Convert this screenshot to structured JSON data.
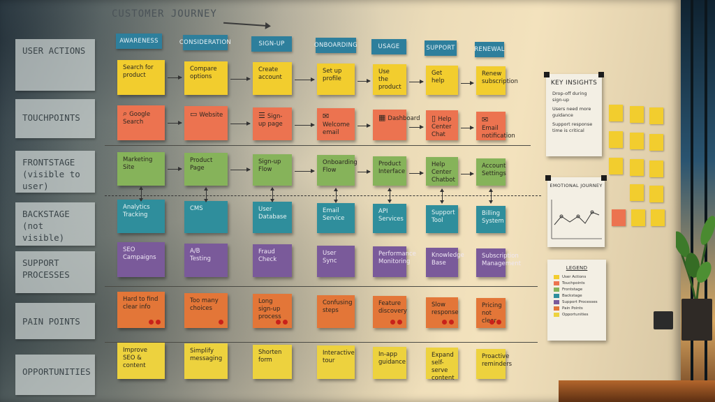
{
  "title": "CUSTOMER JOURNEY",
  "row_labels": {
    "user_actions": "USER ACTIONS",
    "touchpoints": "TOUCHPOINTS",
    "frontstage": "FRONTSTAGE (visible to user)",
    "backstage": "BACKSTAGE (not visible)",
    "support_processes": "SUPPORT PROCESSES",
    "pain_points": "PAIN POINTS",
    "opportunities": "OPPORTUNITIES"
  },
  "stages": [
    "AWARENESS",
    "CONSIDERATION",
    "SIGN-UP",
    "ONBOARDING",
    "USAGE",
    "SUPPORT",
    "RENEWAL"
  ],
  "user_actions": [
    "Search for product",
    "Compare options",
    "Create account",
    "Set up profile",
    "Use the product",
    "Get help",
    "Renew subscription"
  ],
  "touchpoints": [
    {
      "label": "Google Search",
      "icon": "search-icon"
    },
    {
      "label": "Website",
      "icon": "monitor-icon"
    },
    {
      "label": "Sign-up page",
      "icon": "form-icon"
    },
    {
      "label": "Welcome email",
      "icon": "mail-icon"
    },
    {
      "label": "Dashboard",
      "icon": "dashboard-icon"
    },
    {
      "label": "Help Center Chat",
      "icon": "chat-icon"
    },
    {
      "label": "Email notification",
      "icon": "mail-icon"
    }
  ],
  "frontstage": [
    "Marketing Site",
    "Product Page",
    "Sign-up Flow",
    "Onboarding Flow",
    "Product Interface",
    "Help Center Chatbot",
    "Account Settings"
  ],
  "backstage": [
    "Analytics Tracking",
    "CMS",
    "User Database",
    "Email Service",
    "API Services",
    "Support Tool",
    "Billing System"
  ],
  "support_processes": [
    "SEO Campaigns",
    "A/B Testing",
    "Fraud Check",
    "User Sync",
    "Performance Monitoring",
    "Knowledge Base",
    "Subscription Management"
  ],
  "pain_points": [
    "Hard to find clear info",
    "Too many choices",
    "Long sign-up process",
    "Confusing steps",
    "Feature discovery",
    "Slow response",
    "Pricing not clear"
  ],
  "opportunities": [
    "Improve SEO & content",
    "Simplify messaging",
    "Shorten form",
    "Interactive tour",
    "In-app guidance",
    "Expand self-serve content",
    "Proactive reminders"
  ],
  "key_insights": {
    "title": "KEY INSIGHTS",
    "items": [
      "Drop-off during sign-up",
      "Users need more guidance",
      "Support response time is critical"
    ]
  },
  "emotional_journey": {
    "title": "EMOTIONAL JOURNEY"
  },
  "legend": {
    "title": "LEGEND",
    "items": [
      {
        "label": "User Actions",
        "color": "#f2cd2e"
      },
      {
        "label": "Touchpoints",
        "color": "#ec7350"
      },
      {
        "label": "Frontstage",
        "color": "#86b35a"
      },
      {
        "label": "Backstage",
        "color": "#2f8e9c"
      },
      {
        "label": "Support Processes",
        "color": "#7a5a9a"
      },
      {
        "label": "Pain Points",
        "color": "#e37638"
      },
      {
        "label": "Opportunities",
        "color": "#edd23e"
      }
    ]
  },
  "colors": {
    "user_actions": "#f2cd2e",
    "touchpoints": "#ec7350",
    "frontstage": "#86b35a",
    "backstage": "#2f8e9c",
    "support_processes": "#7a5a9a",
    "pain_points": "#e37638",
    "opportunities": "#edd23e",
    "stage_header": "#2e7f9c"
  }
}
